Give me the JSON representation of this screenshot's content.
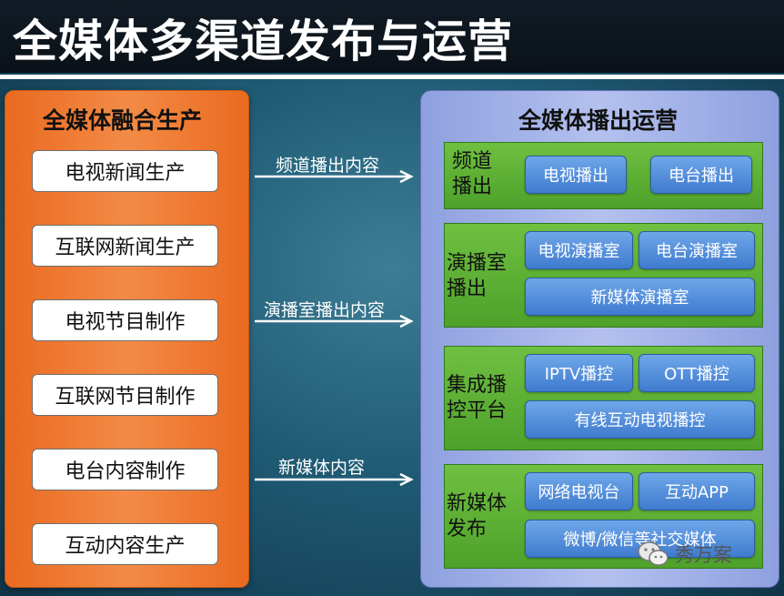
{
  "title": "全媒体多渠道发布与运营",
  "left": {
    "title": "全媒体融合生产",
    "items": [
      "电视新闻生产",
      "互联网新闻生产",
      "电视节目制作",
      "互联网节目制作",
      "电台内容制作",
      "互动内容生产"
    ]
  },
  "arrows": [
    "频道播出内容",
    "演播室播出内容",
    "新媒体内容"
  ],
  "right": {
    "title": "全媒体播出运营",
    "groups": [
      {
        "label_line1": "频道",
        "label_line2": "播出",
        "buttons": [
          "电视播出",
          "电台播出"
        ]
      },
      {
        "label_line1": "演播室",
        "label_line2": "播出",
        "buttons": [
          "电视演播室",
          "电台演播室",
          "新媒体演播室"
        ]
      },
      {
        "label_line1": "集成播",
        "label_line2": "控平台",
        "buttons": [
          "IPTV播控",
          "OTT播控",
          "有线互动电视播控"
        ]
      },
      {
        "label_line1": "新媒体",
        "label_line2": "发布",
        "buttons": [
          "网络电视台",
          "互动APP",
          "微博/微信等社交媒体"
        ]
      }
    ]
  },
  "watermark": "秀万案",
  "colors": {
    "left_panel": "#ea6a20",
    "right_panel": "#a7b5ea",
    "group": "#5cb034",
    "button": "#4f8ad9"
  }
}
